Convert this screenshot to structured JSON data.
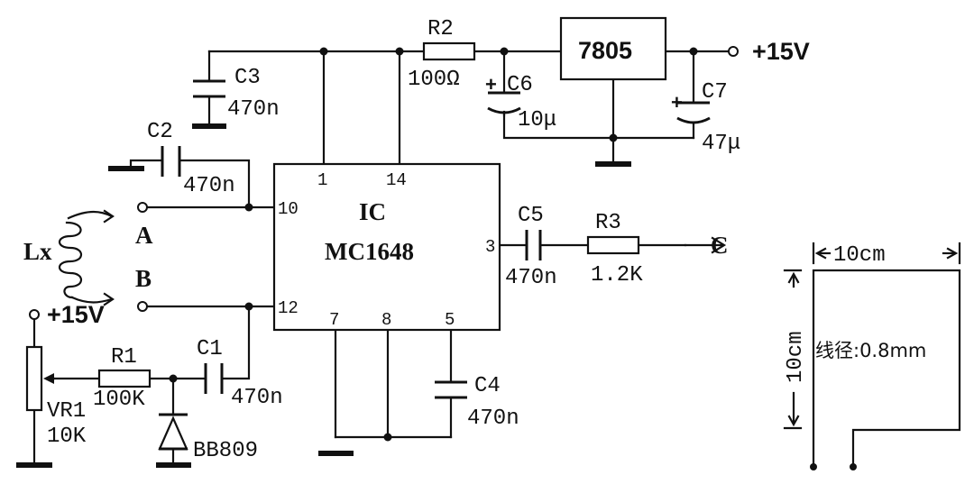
{
  "ic": {
    "name": "IC",
    "part": "MC1648",
    "pins": {
      "p1": "1",
      "p14": "14",
      "p10": "10",
      "p12": "12",
      "p3": "3",
      "p7": "7",
      "p8": "8",
      "p5": "5"
    }
  },
  "regulator": {
    "part": "7805"
  },
  "supply": {
    "top": "+15V",
    "left": "+15V"
  },
  "components": {
    "R1": {
      "name": "R1",
      "value": "100K"
    },
    "R2": {
      "name": "R2",
      "value": "100Ω"
    },
    "R3": {
      "name": "R3",
      "value": "1.2K"
    },
    "C1": {
      "name": "C1",
      "value": "470n"
    },
    "C2": {
      "name": "C2",
      "value": "470n"
    },
    "C3": {
      "name": "C3",
      "value": "470n"
    },
    "C4": {
      "name": "C4",
      "value": "470n"
    },
    "C5": {
      "name": "C5",
      "value": "470n"
    },
    "C6": {
      "name": "C6",
      "value": "10μ"
    },
    "C7": {
      "name": "C7",
      "value": "47μ"
    },
    "VR1": {
      "name": "VR1",
      "value": "10K"
    },
    "diode": {
      "part": "BB809"
    }
  },
  "terminals": {
    "A": "A",
    "B": "B",
    "C": "C",
    "Lx": "Lx"
  },
  "coil": {
    "width": "10cm",
    "height": "10cm",
    "wire": "线径:0.8mm"
  },
  "polarity": "+"
}
